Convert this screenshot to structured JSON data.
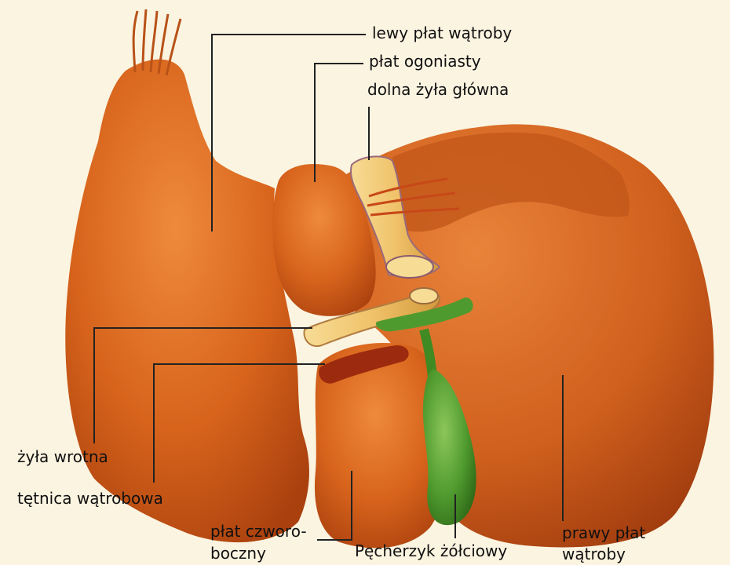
{
  "labels": {
    "left_lobe": "lewy płat wątroby",
    "caudate_lobe": "płat ogoniasty",
    "inferior_vena_cava": "dolna żyła główna",
    "portal_vein": "żyła wrotna",
    "hepatic_artery": "tętnica wątrobowa",
    "quadrate_lobe_1": "płat czworo-",
    "quadrate_lobe_2": "boczny",
    "gallbladder": "Pęcherzyk żółciowy",
    "right_lobe_1": "prawy płat",
    "right_lobe_2": "wątroby"
  },
  "colors": {
    "background": "#fbf4e1",
    "liver": "#d8641c",
    "liver_dark": "#a9400e",
    "vein": "#f0c26a",
    "gallbladder": "#4f9a2e",
    "artery": "#9b2a0e",
    "leader_line": "#222222"
  }
}
